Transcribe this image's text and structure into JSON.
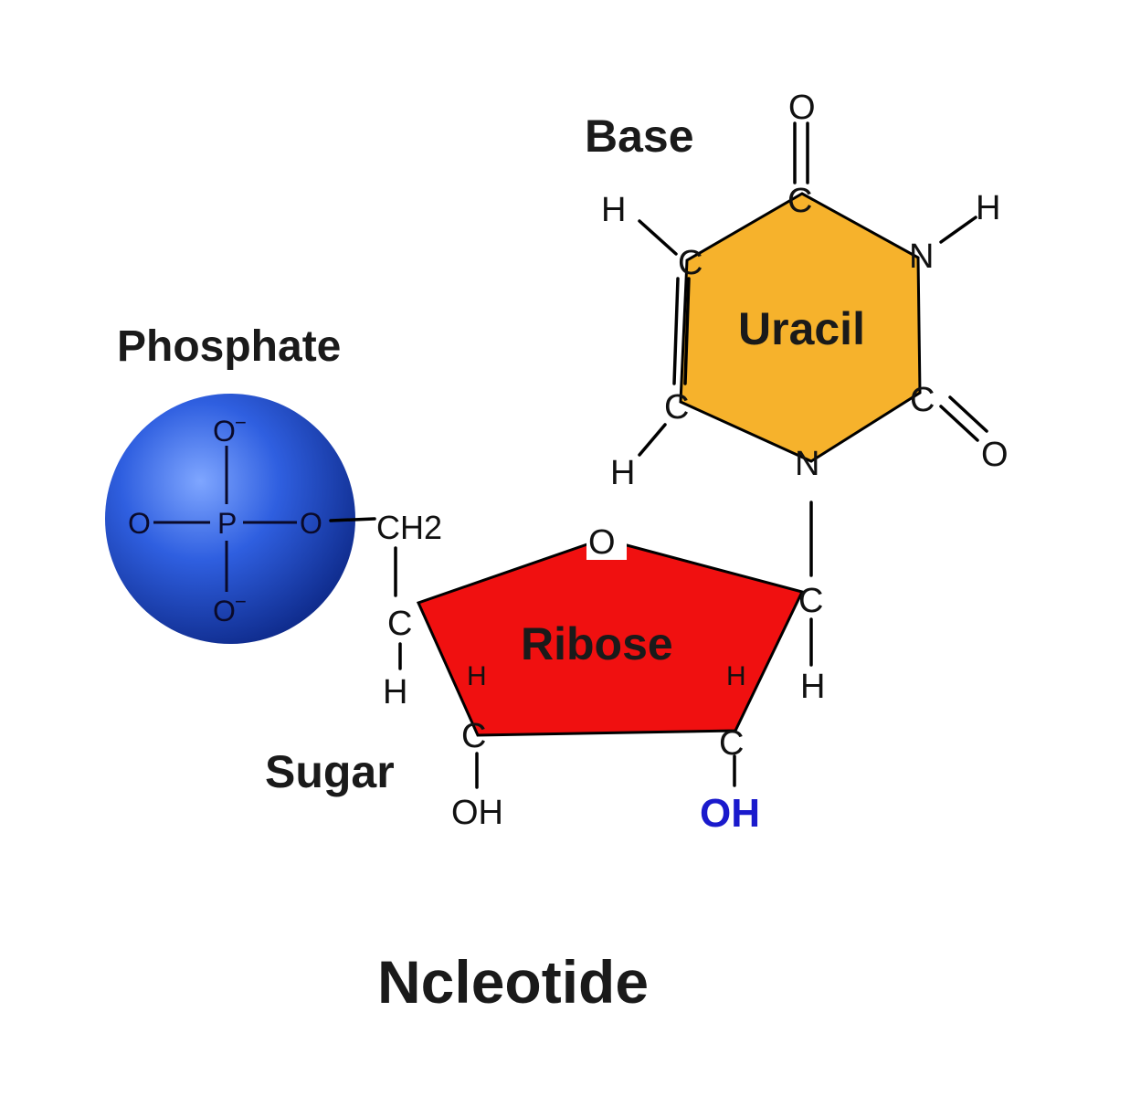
{
  "labels": {
    "base": "Base",
    "phosphate": "Phosphate",
    "sugar": "Sugar",
    "title": "Ncleotide"
  },
  "base": {
    "name": "Uracil",
    "color": "#F6B22C",
    "atoms": {
      "c_top": "C",
      "o_top": "O",
      "n_right": "N",
      "h_n": "H",
      "c_right": "C",
      "o_right": "O",
      "n_bottom": "N",
      "c_left_bottom": "C",
      "h_left_bottom": "H",
      "c_left_top": "C",
      "h_left_top": "H"
    }
  },
  "sugar": {
    "name": "Ribose",
    "color": "#F01010",
    "atoms": {
      "o_ring": "O",
      "c1": "C",
      "h_c1": "H",
      "c2": "C",
      "h_c2": "H",
      "oh_c2": "OH",
      "c3": "C",
      "h_c3": "H",
      "oh_c3": "OH",
      "c4": "C",
      "h_c4": "H",
      "ch2": "CH2"
    },
    "oh_highlight_color": "#1A1ACC"
  },
  "phosphate": {
    "color": "#1F4FC8",
    "atoms": {
      "o_top": "O",
      "o_top_charge": "−",
      "o_left": "O",
      "p": "P",
      "o_right": "O",
      "o_bottom": "O",
      "o_bottom_charge": "−"
    }
  }
}
